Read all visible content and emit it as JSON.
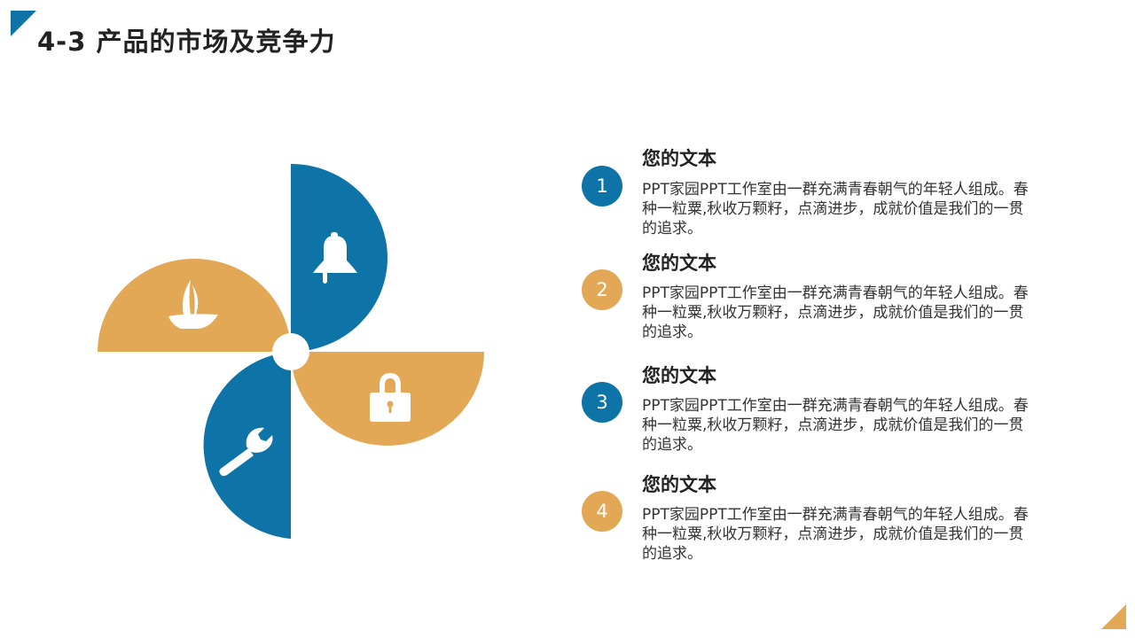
{
  "slide": {
    "title": "4-3  产品的市场及竞争力",
    "colors": {
      "blue": "#0e74a8",
      "orange": "#e2a855",
      "text": "#222222"
    }
  },
  "diagram": {
    "type": "pinwheel",
    "petals": [
      {
        "position": "top-right",
        "color": "#0e74a8",
        "icon": "bell-icon"
      },
      {
        "position": "left",
        "color": "#e2a855",
        "icon": "sailboat-icon"
      },
      {
        "position": "right",
        "color": "#e2a855",
        "icon": "lock-icon"
      },
      {
        "position": "bottom",
        "color": "#0e74a8",
        "icon": "wrench-icon"
      }
    ]
  },
  "items": [
    {
      "number": "1",
      "color": "#0e74a8",
      "heading": "您的文本",
      "body": "PPT家园PPT工作室由一群充满青春朝气的年轻人组成。春种一粒粟,秋收万颗籽，点滴进步，成就价值是我们的一贯的追求。"
    },
    {
      "number": "2",
      "color": "#e2a855",
      "heading": "您的文本",
      "body": "PPT家园PPT工作室由一群充满青春朝气的年轻人组成。春种一粒粟,秋收万颗籽，点滴进步，成就价值是我们的一贯的追求。"
    },
    {
      "number": "3",
      "color": "#0e74a8",
      "heading": "您的文本",
      "body": "PPT家园PPT工作室由一群充满青春朝气的年轻人组成。春种一粒粟,秋收万颗籽，点滴进步，成就价值是我们的一贯的追求。"
    },
    {
      "number": "4",
      "color": "#e2a855",
      "heading": "您的文本",
      "body": "PPT家园PPT工作室由一群充满青春朝气的年轻人组成。春种一粒粟,秋收万颗籽，点滴进步，成就价值是我们的一贯的追求。"
    }
  ]
}
